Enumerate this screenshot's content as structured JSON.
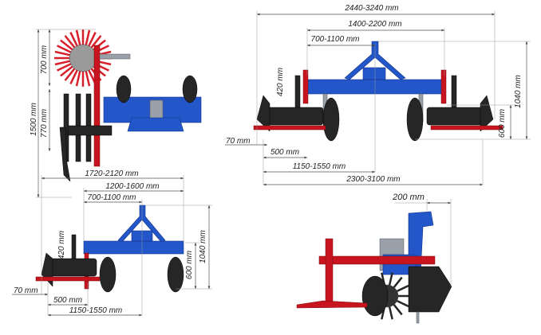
{
  "side_view_top": {
    "total_height": "1500 mm",
    "wheel_height": "700 mm",
    "lower_height": "770 mm"
  },
  "front_view_top": {
    "overall_width": "2440-3240 mm",
    "frame_width": "1400-2200 mm",
    "half_frame": "700-1100 mm",
    "section_height": "420 mm",
    "total_height": "1040 mm",
    "frame_height": "600 mm",
    "edge_offset": "70 mm",
    "rotor_width": "500 mm",
    "half_track": "1150-1550 mm",
    "track_width": "2300-3100 mm"
  },
  "front_view_bottom": {
    "overall_width": "1720-2120 mm",
    "frame_width": "1200-1600 mm",
    "half_frame": "700-1100 mm",
    "section_height": "420 mm",
    "total_height": "1040 mm",
    "frame_height": "600 mm",
    "edge_offset": "70 mm",
    "rotor_width": "500 mm",
    "half_track": "1150-1550 mm"
  },
  "side_view_bottom": {
    "offset": "200 mm"
  },
  "colors": {
    "frame": "#2356c8",
    "tools": "#c8141e",
    "rubber": "#262626"
  }
}
